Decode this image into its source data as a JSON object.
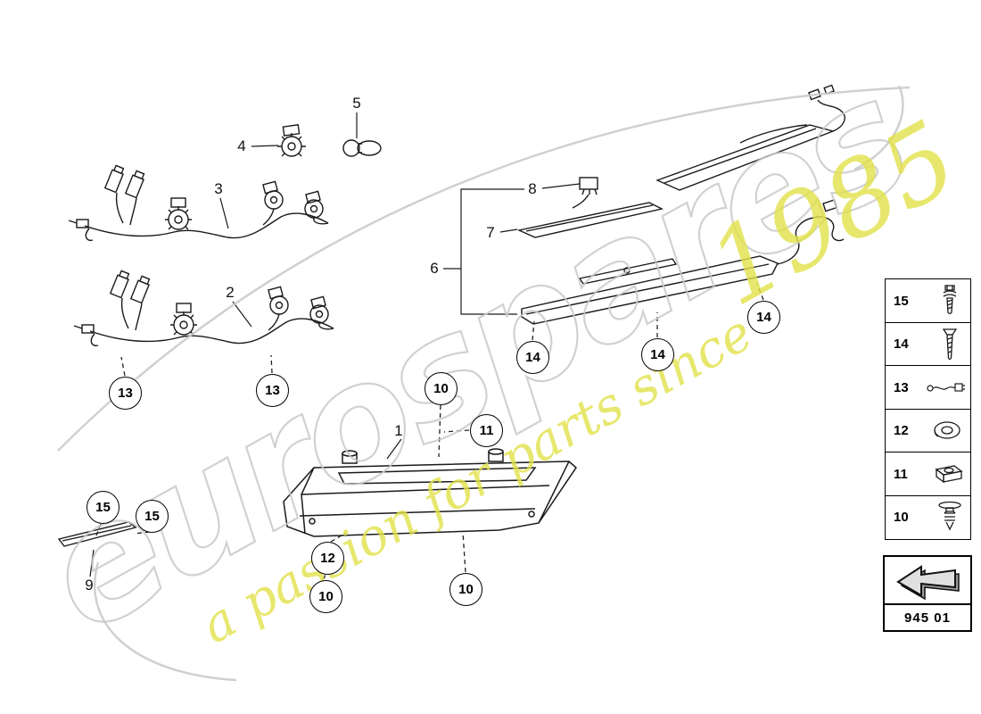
{
  "watermark": {
    "brand": "eurospares",
    "tagline": "a passion for parts since",
    "year": "1985"
  },
  "parts": [
    "1",
    "2",
    "3",
    "4",
    "5",
    "6",
    "7",
    "8",
    "9"
  ],
  "callouts": [
    {
      "label": "13"
    },
    {
      "label": "13"
    },
    {
      "label": "10"
    },
    {
      "label": "11"
    },
    {
      "label": "12"
    },
    {
      "label": "10"
    },
    {
      "label": "10"
    },
    {
      "label": "14"
    },
    {
      "label": "14"
    },
    {
      "label": "14"
    },
    {
      "label": "15"
    },
    {
      "label": "15"
    }
  ],
  "sidebar": {
    "items": [
      {
        "label": "15",
        "icon": "screw-with-washer-icon"
      },
      {
        "label": "14",
        "icon": "countersunk-screw-icon"
      },
      {
        "label": "13",
        "icon": "wiring-connector-icon"
      },
      {
        "label": "12",
        "icon": "grommet-icon"
      },
      {
        "label": "11",
        "icon": "clip-nut-icon"
      },
      {
        "label": "10",
        "icon": "push-rivet-icon"
      }
    ]
  },
  "code_box": {
    "code": "945 01"
  },
  "colors": {
    "line": "#1a1a1a",
    "watermark_gray": "#c9c9c9",
    "watermark_yellow": "#e2e24a"
  }
}
